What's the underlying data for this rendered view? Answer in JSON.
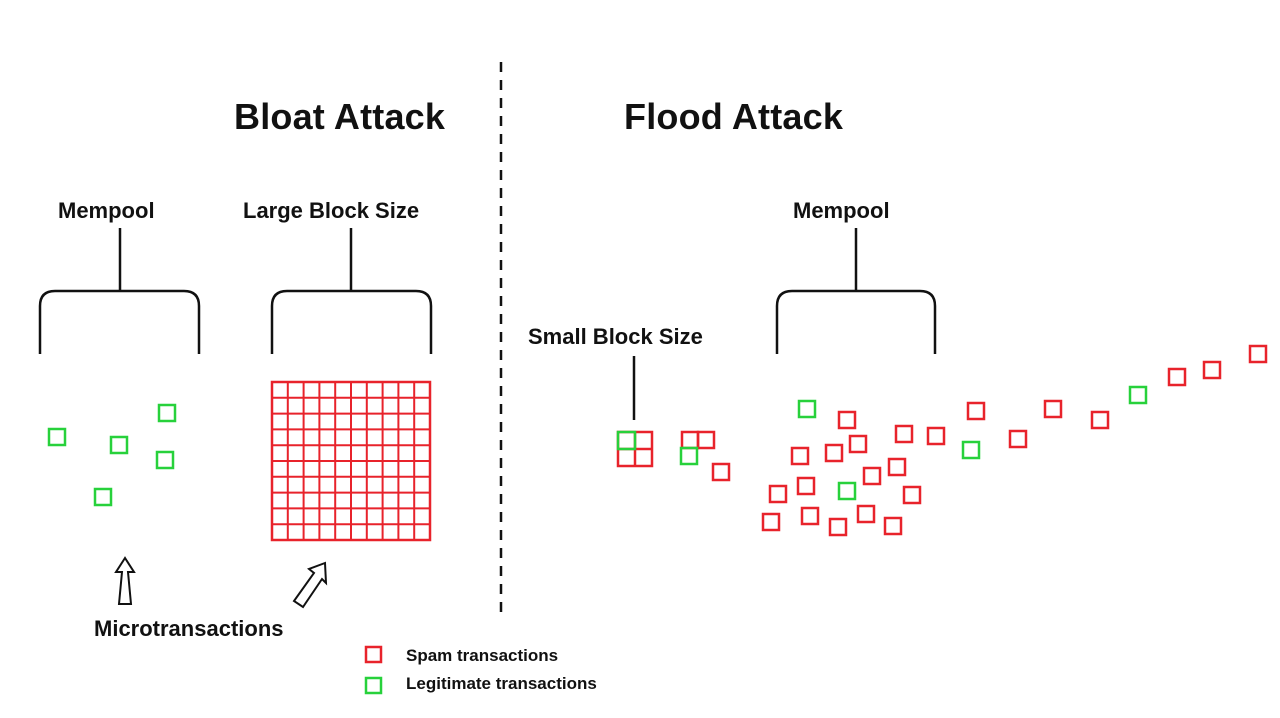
{
  "bloat": {
    "title": "Bloat Attack",
    "mempool_label": "Mempool",
    "block_label": "Large Block Size",
    "micro_label": "Microtransactions"
  },
  "flood": {
    "title": "Flood Attack",
    "mempool_label": "Mempool",
    "block_label": "Small Block Size"
  },
  "legend": {
    "spam": "Spam transactions",
    "legit": "Legitimate transactions"
  },
  "colors": {
    "spam": "#e8232b",
    "legit": "#27d13b"
  }
}
